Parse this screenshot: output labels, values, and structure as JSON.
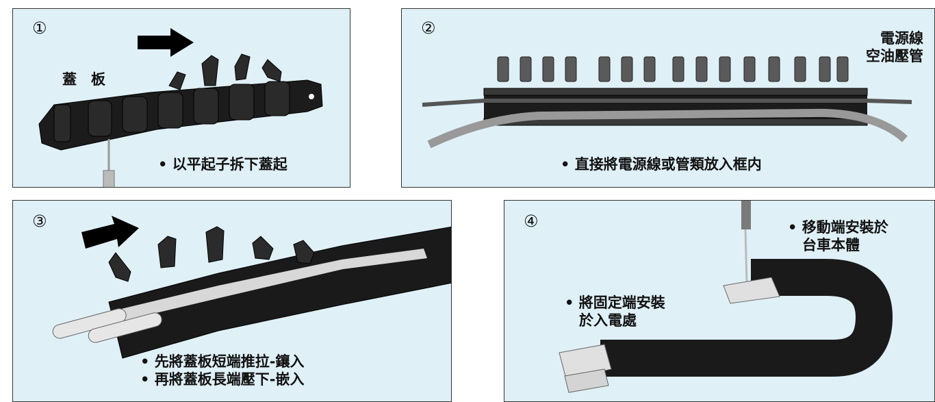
{
  "panels": [
    {
      "number": "①",
      "label": "蓋　板",
      "caption": "• 以平起子拆下蓋起"
    },
    {
      "number": "②",
      "label": "電源線\n空油壓管",
      "caption": "• 直接將電源線或管類放入框内"
    },
    {
      "number": "③",
      "caption": "• 先將蓋板短端推拉-鑲入\n• 再將蓋板長端壓下-嵌入"
    },
    {
      "number": "④",
      "caption_moving": "• 移動端安裝於\n　台車本體",
      "caption_fixed": "• 將固定端安裝\n　於入電處"
    }
  ],
  "colors": {
    "panel_bg": "#dff0f7",
    "border": "#333333",
    "chain": "#1a1a1a",
    "text": "#111111"
  }
}
